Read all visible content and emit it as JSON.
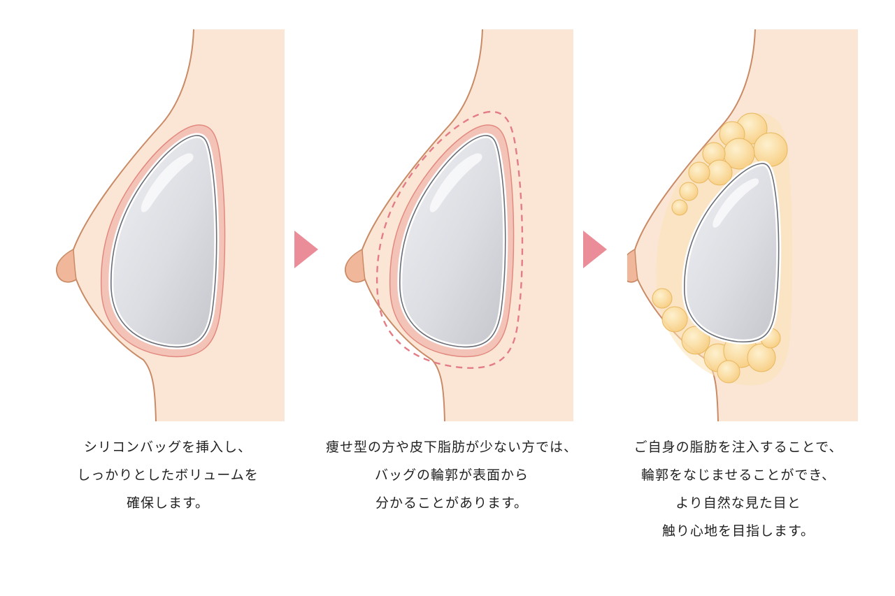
{
  "colors": {
    "skin": "#fbe6d6",
    "outline": "#c98a66",
    "capsule": "#f4c3b7",
    "capsule_edge": "#e2897f",
    "implant": "#dcdde1",
    "implant_edge": "#6b6e76",
    "fat": "#f9d58e",
    "fat_edge": "#e8b55a",
    "arrow": "#eb8d98",
    "dashed": "#e47c86"
  },
  "panels": [
    {
      "caption_lines": [
        "シリコンバッグを挿入し、",
        "しっかりとしたボリュームを",
        "確保します。"
      ]
    },
    {
      "caption_lines": [
        "痩せ型の方や皮下脂肪が少ない方では、",
        "バッグの輪郭が表面から",
        "分かることがあります。"
      ]
    },
    {
      "caption_lines": [
        "ご自身の脂肪を注入することで、",
        "輪郭をなじませることができ、",
        "より自然な見た目と",
        "触り心地を目指します。"
      ]
    }
  ],
  "arrows": [
    {
      "icon": "chevron-right-icon"
    },
    {
      "icon": "chevron-right-icon"
    }
  ]
}
